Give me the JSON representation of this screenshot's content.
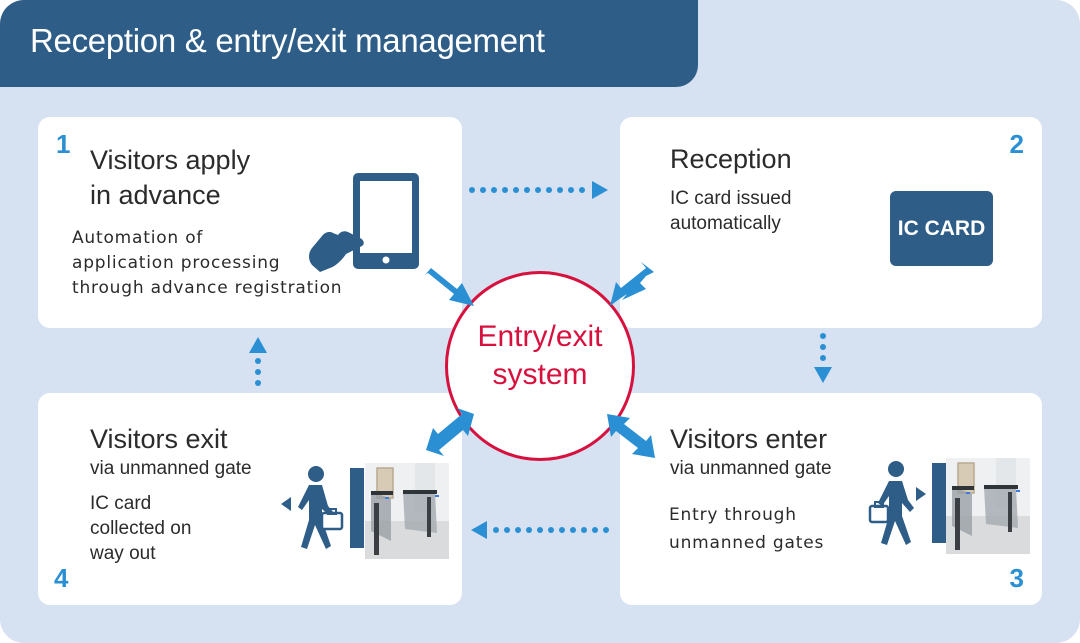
{
  "title": "Reception & entry/exit management",
  "center": {
    "line1": "Entry/exit",
    "line2": "system"
  },
  "steps": [
    {
      "number": "1",
      "heading_lines": [
        "Visitors apply",
        "in advance"
      ],
      "description_lines": [
        "Automation of",
        "application processing",
        "through advance registration"
      ],
      "icon": "tablet-touch-icon"
    },
    {
      "number": "2",
      "heading_lines": [
        "Reception"
      ],
      "sub_lines": [
        "IC card issued",
        "automatically"
      ],
      "badge": "IC CARD",
      "icon": "ic-card-icon"
    },
    {
      "number": "3",
      "heading_lines": [
        "Visitors enter"
      ],
      "sub_lines": [
        "via unmanned gate"
      ],
      "description_lines": [
        "Entry through",
        "unmanned gates"
      ],
      "icon": "person-entering-icon",
      "photo": "gate-photo"
    },
    {
      "number": "4",
      "heading_lines": [
        "Visitors exit"
      ],
      "sub_lines": [
        "via unmanned gate"
      ],
      "description_lines": [
        "IC card",
        "collected on",
        "way out"
      ],
      "icon": "person-exiting-icon",
      "photo": "gate-photo"
    }
  ],
  "colors": {
    "title_bg": "#2e5d88",
    "frame_bg": "#d6e1f2",
    "accent_blue": "#2a8fd3",
    "system_red": "#d7103e",
    "icon_navy": "#2e5d88"
  }
}
